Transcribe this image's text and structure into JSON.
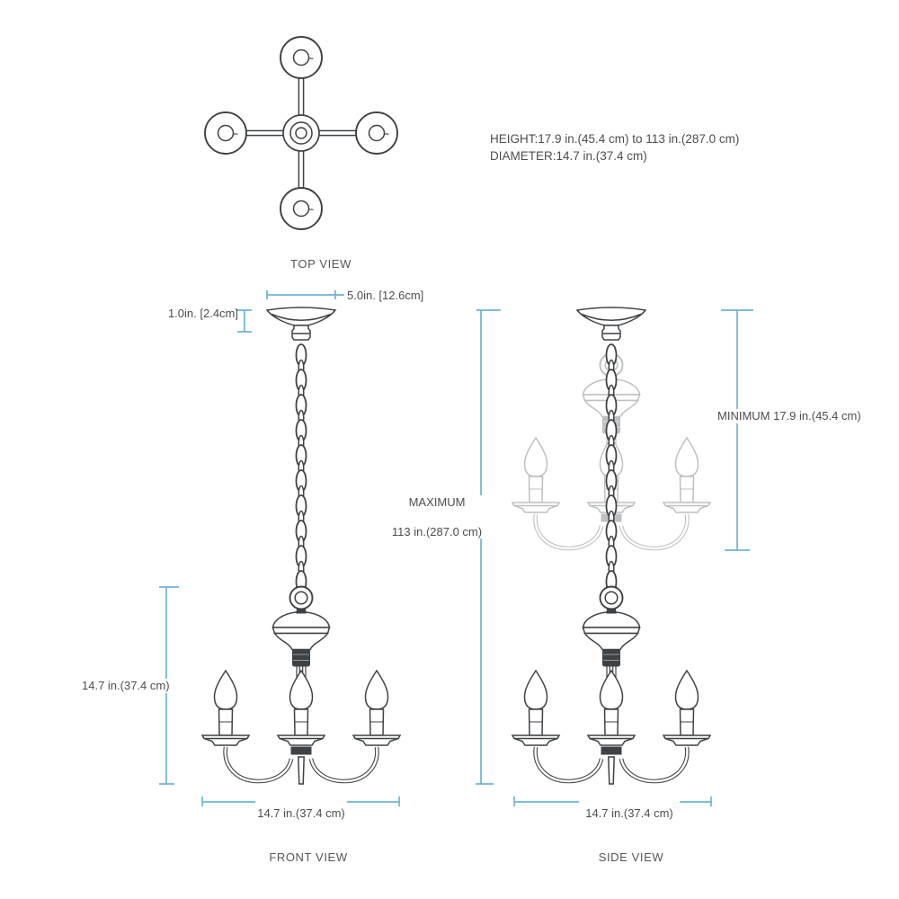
{
  "colors": {
    "ink": "#3f4245",
    "ghost": "#bdbfc1",
    "dim": "#6fb3d2",
    "text": "#4b4d50",
    "bg": "#ffffff"
  },
  "specs": {
    "height": "HEIGHT:17.9 in.(45.4 cm) to 113 in.(287.0 cm)",
    "diameter": "DIAMETER:14.7 in.(37.4 cm)"
  },
  "views": {
    "top": {
      "label": "TOP VIEW"
    },
    "front": {
      "label": "FRONT VIEW"
    },
    "side": {
      "label": "SIDE VIEW"
    }
  },
  "dimensions": {
    "canopy_width": "5.0in. [12.6cm]",
    "canopy_height": "1.0in. [2.4cm]",
    "maximum_line1": "MAXIMUM",
    "maximum_line2": "113 in.(287.0 cm)",
    "minimum": "MINIMUM 17.9 in.(45.4 cm)",
    "fixture_height": "14.7 in.(37.4 cm)",
    "front_width": "14.7 in.(37.4 cm)",
    "side_width": "14.7 in.(37.4 cm)"
  }
}
